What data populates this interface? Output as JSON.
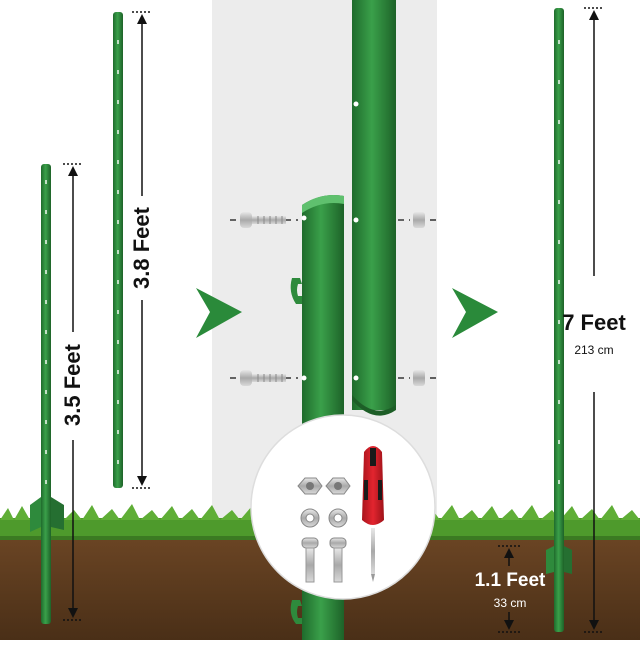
{
  "measurements": {
    "short_post_height": "3.5 Feet",
    "long_post_height": "3.8 Feet",
    "total_height_feet": "7 Feet",
    "total_height_cm": "213 cm",
    "buried_depth_feet": "1.1 Feet",
    "buried_depth_cm": "33 cm"
  },
  "colors": {
    "post_green": "#2e8a3c",
    "post_dark": "#1f6b2c",
    "arrow_green": "#2a8a3a",
    "grass": "#4e9a2c",
    "soil": "#5a3a1e",
    "screwdriver_handle": "#d4202a",
    "panel_gray": "#eeeeee"
  },
  "icons": [
    "arrow-right-icon",
    "bolt-icon",
    "nut-icon",
    "washer-icon",
    "screwdriver-icon"
  ]
}
